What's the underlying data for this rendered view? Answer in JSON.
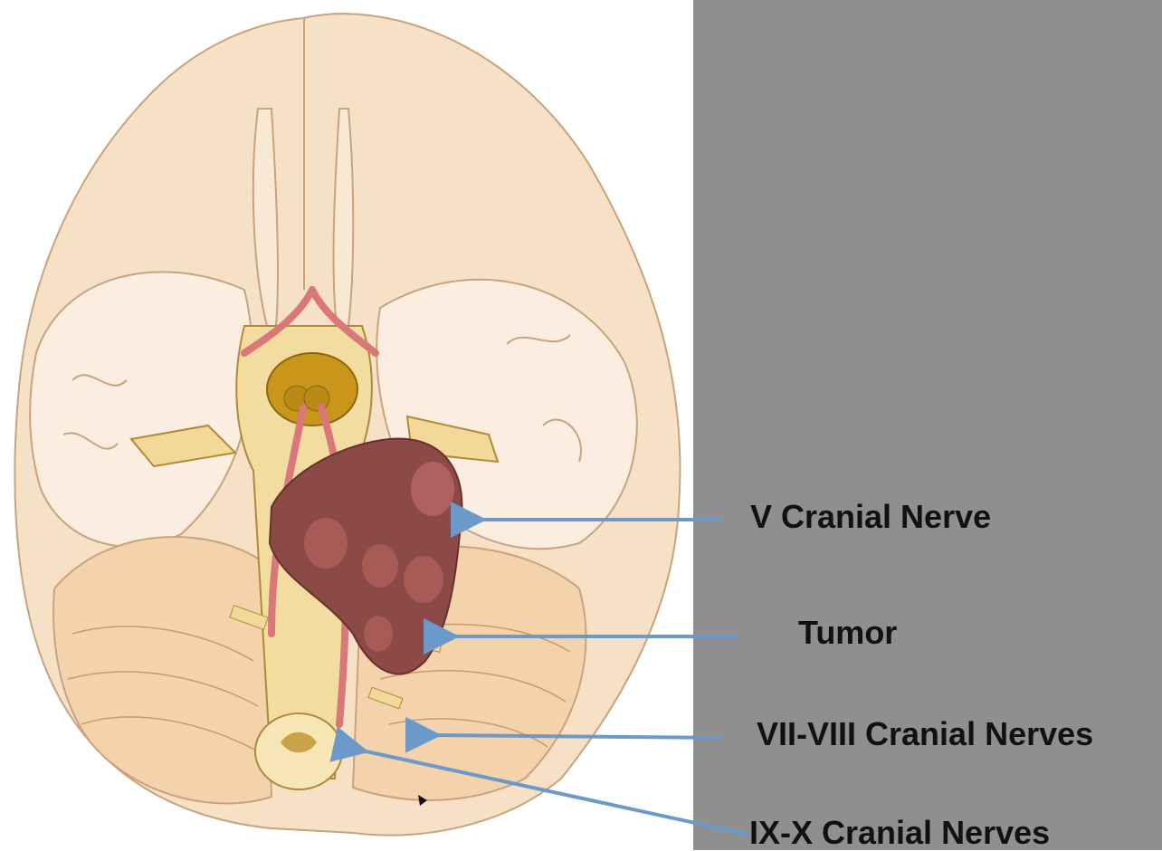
{
  "labels": {
    "v_cranial_nerve": "V Cranial Nerve",
    "tumor": "Tumor",
    "vii_viii_cranial_nerves": "VII-VIII  Cranial Nerves",
    "ix_x_cranial_nerves": "IX-X  Cranial Nerves"
  },
  "colors": {
    "panel": "#8f8f8f",
    "arrow": "#6b99c9",
    "brain": "#f5dfc6",
    "tumor": "#8b4a46",
    "nerve": "#f3dca0",
    "artery": "#d9777a"
  }
}
